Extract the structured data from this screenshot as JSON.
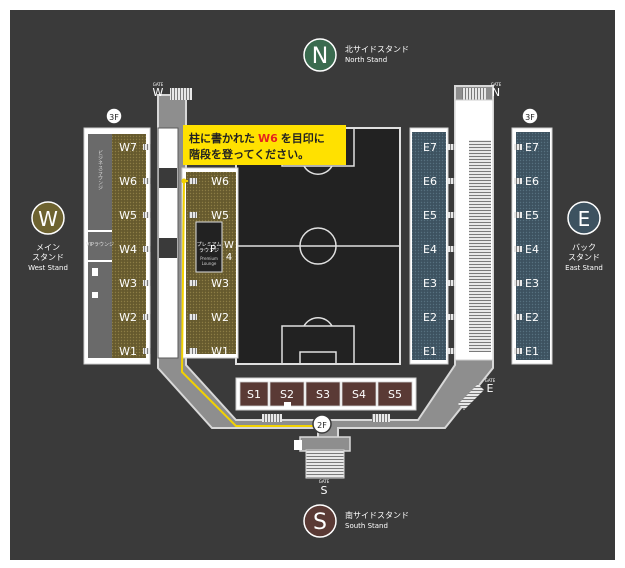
{
  "floors": {
    "upper": "3F",
    "lower": "2F"
  },
  "colors": {
    "background": "#3a3a3a",
    "concourse": "#8e8e8e",
    "west_seat": "#665a2e",
    "east_seat": "#3d5260",
    "south_seat": "#5a3a35",
    "pitch": "#222222",
    "route": "#f2d200",
    "callout": "#ffe100"
  },
  "compass": {
    "north": {
      "letter": "N",
      "jp": "北サイドスタンド",
      "en": "North Stand"
    },
    "west": {
      "letter": "W",
      "jp1": "メイン",
      "jp2": "スタンド",
      "en": "West Stand"
    },
    "east": {
      "letter": "E",
      "jp1": "バック",
      "jp2": "スタンド",
      "en": "East Stand"
    },
    "south": {
      "letter": "S",
      "jp": "南サイドスタンド",
      "en": "South Stand"
    }
  },
  "gates": {
    "west": "W",
    "north": "N",
    "south": "S",
    "east": "E",
    "caption": "GATE"
  },
  "callout": {
    "line1_pre": "柱に書かれた",
    "line1_hl": "W6",
    "line1_post": "を目印に",
    "line2": "階段を登ってください。"
  },
  "west_stand_3f": {
    "blocks": [
      "W7",
      "W6",
      "W5",
      "W4",
      "W3",
      "W2",
      "W1"
    ],
    "business_lounge": "ビジネスラウンジ",
    "vip_lounge": "VIPラウンジ"
  },
  "west_stand_2f": {
    "blocks": [
      "W6",
      "W5",
      "W4",
      "W3",
      "W2",
      "W1"
    ],
    "press": {
      "letter": "P",
      "block": "W",
      "num": "4"
    },
    "premium_lounge": {
      "jp1": "プレミアム",
      "jp2": "ラウンジ",
      "en1": "Premium",
      "en2": "Lounge"
    }
  },
  "east_stand_2f": {
    "blocks": [
      "E7",
      "E6",
      "E5",
      "E4",
      "E3",
      "E2",
      "E1"
    ]
  },
  "east_stand_3f": {
    "blocks": [
      "E7",
      "E6",
      "E5",
      "E4",
      "E3",
      "E2",
      "E1"
    ]
  },
  "south_stand": {
    "blocks": [
      "S1",
      "S2",
      "S3",
      "S4",
      "S5"
    ]
  }
}
